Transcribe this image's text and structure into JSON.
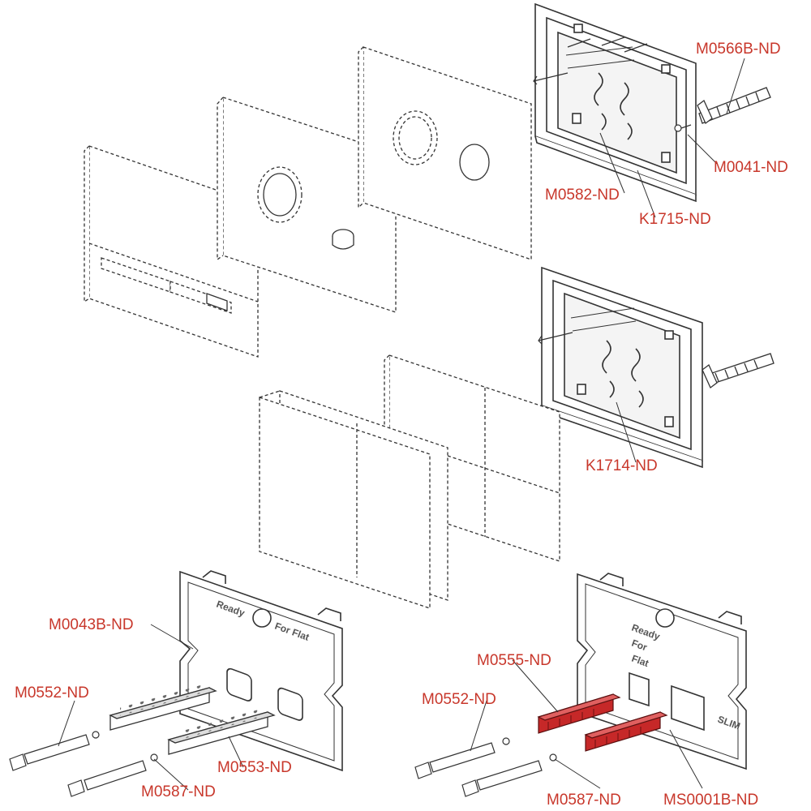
{
  "colors": {
    "label": "#c8372b",
    "line": "#333333",
    "accent_part": "#c62828",
    "paper": "#ffffff"
  },
  "labels": {
    "m0566b": "M0566B-ND",
    "m0041": "M0041-ND",
    "m0582": "M0582-ND",
    "k1715": "K1715-ND",
    "k1714": "K1714-ND",
    "m0043b": "M0043B-ND",
    "m0552_left": "M0552-ND",
    "m0553": "M0553-ND",
    "m0587_left": "M0587-ND",
    "m0555": "M0555-ND",
    "m0552_right": "M0552-ND",
    "m0587_right": "M0587-ND",
    "ms0001b": "MS0001B-ND"
  },
  "frame_text": {
    "left_ready": "Ready",
    "left_for_flat": "For Flat",
    "right_ready": "Ready",
    "right_for": "For",
    "right_flat": "Flat",
    "right_slim": "SLIM"
  }
}
